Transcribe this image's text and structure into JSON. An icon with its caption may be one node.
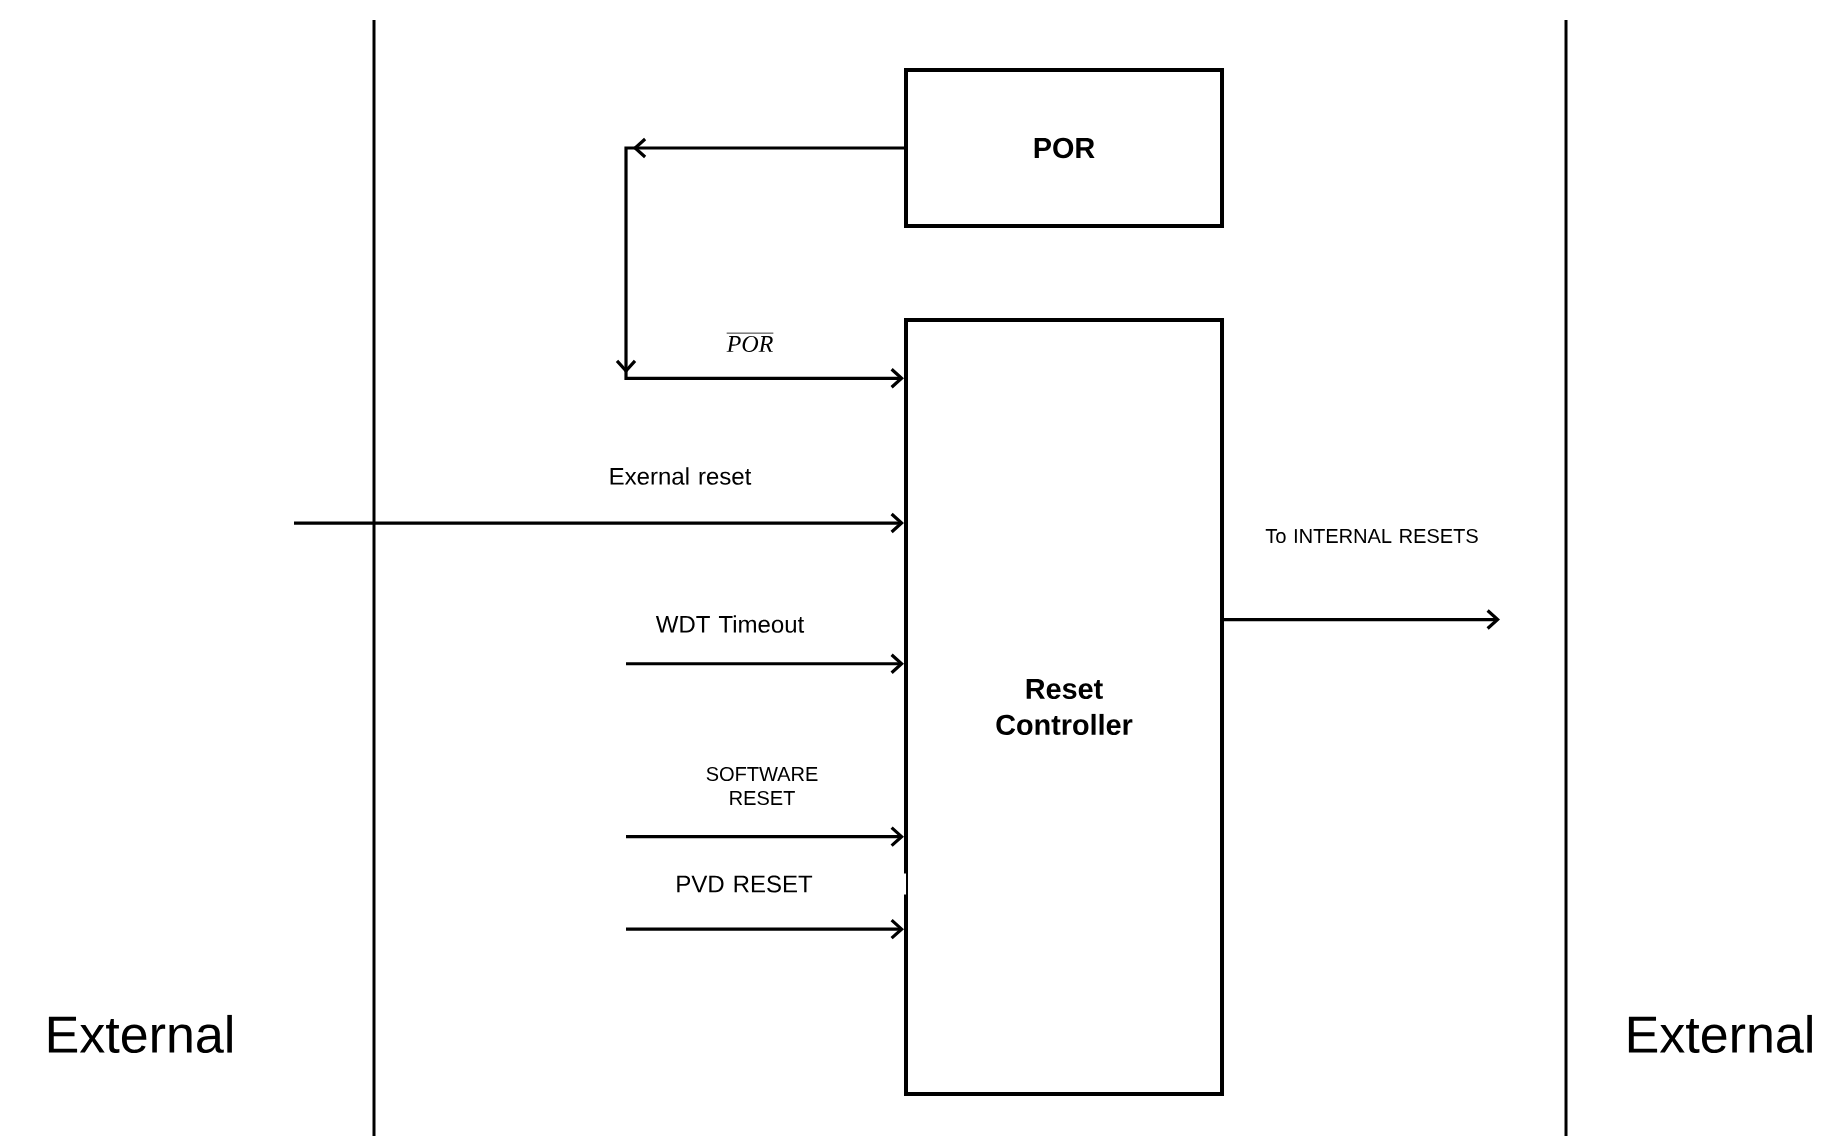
{
  "diagram": {
    "nodes": [
      {
        "text": [
          "POR"
        ]
      },
      {
        "text": [
          "Reset Controller"
        ]
      }
    ],
    "edges": [
      {
        "from": 0,
        "to": 1,
        "arrow": "to",
        "label": "POR"
      },
      {
        "from": null,
        "to": 1,
        "arrow": "to",
        "label": "Exernal reset"
      },
      {
        "from": null,
        "to": 1,
        "arrow": "to",
        "label": "WDT Timeout"
      },
      {
        "from": null,
        "to": 1,
        "arrow": "to",
        "label": "SOFTWARE RESET"
      },
      {
        "from": null,
        "to": 1,
        "arrow": "to",
        "label": "PVD RESET"
      },
      {
        "from": 1,
        "to": null,
        "arrow": "to",
        "label": "To INTERNAL RESETS"
      }
    ],
    "labels": [
      "External",
      "External"
    ]
  }
}
